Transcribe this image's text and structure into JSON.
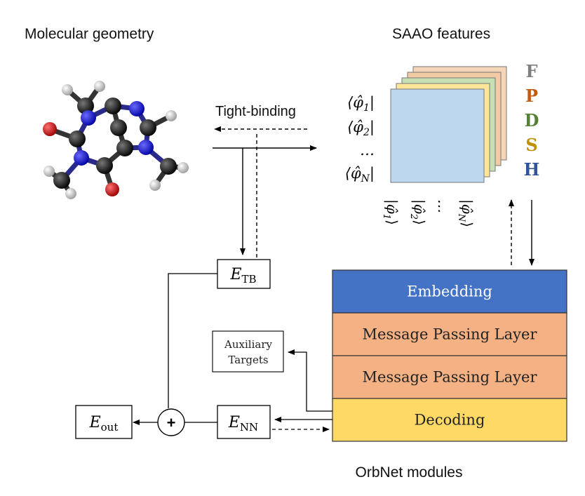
{
  "labels": {
    "molecular_geometry": "Molecular geometry",
    "saao_features": "SAAO features",
    "tight_binding": "Tight-binding",
    "orbnet_modules": "OrbNet modules",
    "auxiliary_line1": "Auxiliary",
    "auxiliary_line2": "Targets",
    "e_tb_base": "E",
    "e_tb_sub": "TB",
    "e_nn_base": "E",
    "e_nn_sub": "NN",
    "e_out_base": "E",
    "e_out_sub": "out",
    "plus": "+"
  },
  "bras": [
    {
      "base": "⟨φ̂",
      "sub": "1",
      "close": "|"
    },
    {
      "base": "⟨φ̂",
      "sub": "2",
      "close": "|"
    },
    {
      "base": "…",
      "sub": "",
      "close": ""
    },
    {
      "base": "⟨φ̂",
      "sub": "N",
      "close": "|"
    }
  ],
  "kets": [
    {
      "base": "|φ̂",
      "sub": "1",
      "close": "⟩"
    },
    {
      "base": "|φ̂",
      "sub": "2",
      "close": "⟩"
    },
    {
      "base": "…",
      "sub": "",
      "close": ""
    },
    {
      "base": "|φ̂",
      "sub": "N",
      "close": "⟩"
    }
  ],
  "orbital_stack": [
    {
      "letter": "F",
      "fill": "#f5d5b8",
      "letter_color": "#7f7f7f"
    },
    {
      "letter": "P",
      "fill": "#f3caa6",
      "letter_color": "#c55a11"
    },
    {
      "letter": "D",
      "fill": "#c6e0b4",
      "letter_color": "#548235"
    },
    {
      "letter": "S",
      "fill": "#ffe699",
      "letter_color": "#bf9000"
    },
    {
      "letter": "H",
      "fill": "#bdd7ee",
      "letter_color": "#2f5597"
    }
  ],
  "modules": [
    {
      "label": "Embedding",
      "fill": "#4472c4",
      "text_color": "#ffffff"
    },
    {
      "label": "Message Passing Layer",
      "fill": "#f4b183",
      "text_color": "#222222"
    },
    {
      "label": "Message Passing Layer",
      "fill": "#f4b183",
      "text_color": "#222222"
    },
    {
      "label": "Decoding",
      "fill": "#ffd966",
      "text_color": "#222222"
    }
  ],
  "atom_colors": {
    "carbon": "#111111",
    "nitrogen": "#1a1acc",
    "oxygen": "#cc1a1a",
    "hydrogen": "#dddddd"
  }
}
